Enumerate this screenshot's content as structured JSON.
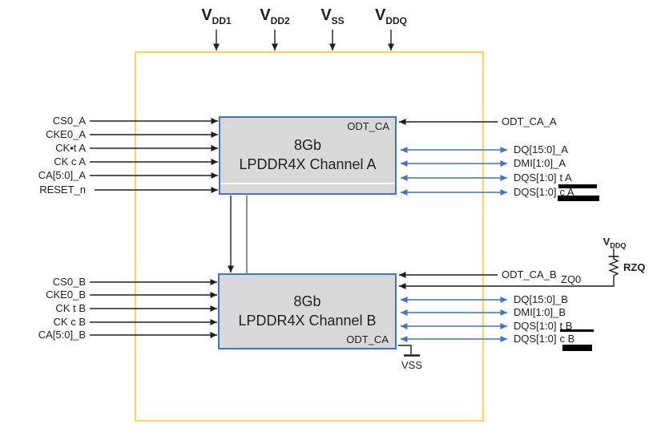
{
  "power_rails": [
    {
      "base": "V",
      "sub": "DD1"
    },
    {
      "base": "V",
      "sub": "DD2"
    },
    {
      "base": "V",
      "sub": "SS"
    },
    {
      "base": "V",
      "sub": "DDQ"
    }
  ],
  "channel_a": {
    "capacity": "8Gb",
    "label": "LPDDR4X Channel A",
    "corner_pin": "ODT_CA",
    "inputs": [
      "CS0_A",
      "CKE0_A",
      "CK▪t A",
      "CK c A",
      "CA[5:0]_A",
      "RESET_n"
    ],
    "odt_input": "ODT_CA_A",
    "io_buses": [
      "DQ[15:0]_A",
      "DMI[1:0]_A"
    ],
    "dqs_t": {
      "prefix": "DQS[1:0]",
      "suffix": "t A"
    },
    "dqs_c": {
      "prefix": "DQS[1:0]",
      "suffix": "c A"
    }
  },
  "channel_b": {
    "capacity": "8Gb",
    "label": "LPDDR4X Channel B",
    "corner_pin": "ODT_CA",
    "inputs": [
      "CS0_B",
      "CKE0_B",
      "CK t B",
      "CK c B",
      "CA[5:0]_B"
    ],
    "odt_input": "ODT_CA_B",
    "zq_pin": "ZQ0",
    "io_buses": [
      "DQ[15:0]_B",
      "DMI[1:0]_B"
    ],
    "dqs_t": {
      "prefix": "DQS[1:0]",
      "suffix": "t B"
    },
    "dqs_c": {
      "prefix": "DQS[1:0]",
      "suffix": "c B"
    }
  },
  "zq_network": {
    "rail": {
      "base": "V",
      "sub": "DDQ"
    },
    "resistor": "RZQ"
  },
  "ground_label": "VSS",
  "colors": {
    "package_outline": "#FFD35C",
    "block_fill": "#D9D9D9",
    "block_border": "#4472C4",
    "bus_arrow": "#4472C4",
    "signal_line": "#1f1f1f"
  }
}
